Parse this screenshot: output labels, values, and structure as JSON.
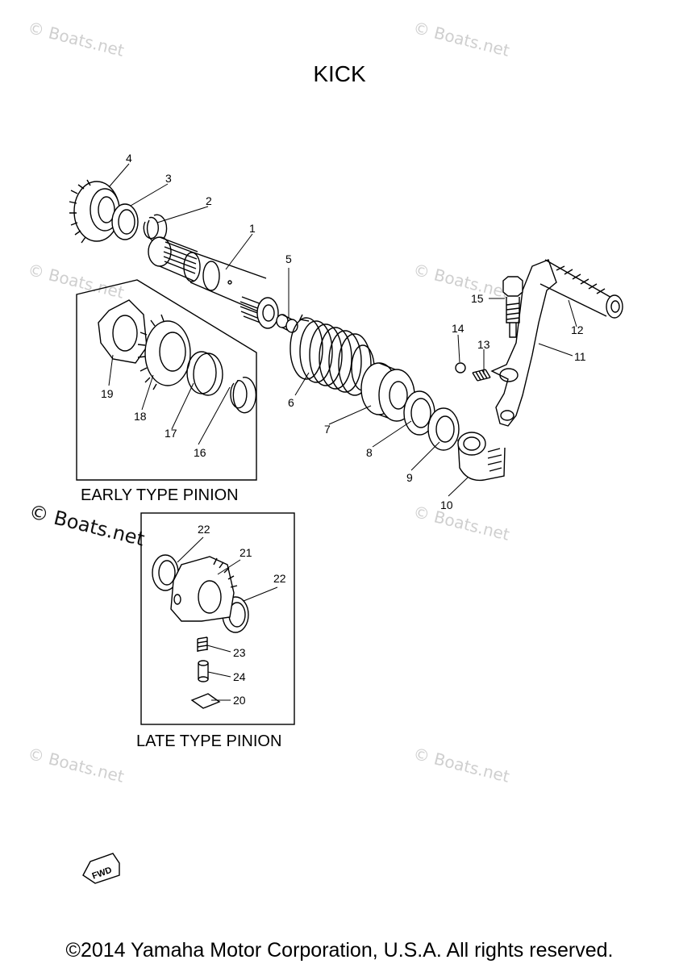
{
  "title": "KICK",
  "watermark": "© Boats.net",
  "copyright": "©2014 Yamaha Motor Corporation, U.S.A. All rights reserved.",
  "early_label": "EARLY TYPE PINION",
  "late_label": "LATE TYPE PINION",
  "fwd_label": "FWD",
  "callouts": {
    "c1": "1",
    "c2": "2",
    "c3": "3",
    "c4": "4",
    "c5": "5",
    "c6": "6",
    "c7": "7",
    "c8": "8",
    "c9": "9",
    "c10": "10",
    "c11": "11",
    "c12": "12",
    "c13": "13",
    "c14": "14",
    "c15": "15",
    "c16": "16",
    "c17": "17",
    "c18": "18",
    "c19": "19",
    "c20": "20",
    "c21": "21",
    "c22a": "22",
    "c22b": "22",
    "c23": "23",
    "c24": "24"
  }
}
